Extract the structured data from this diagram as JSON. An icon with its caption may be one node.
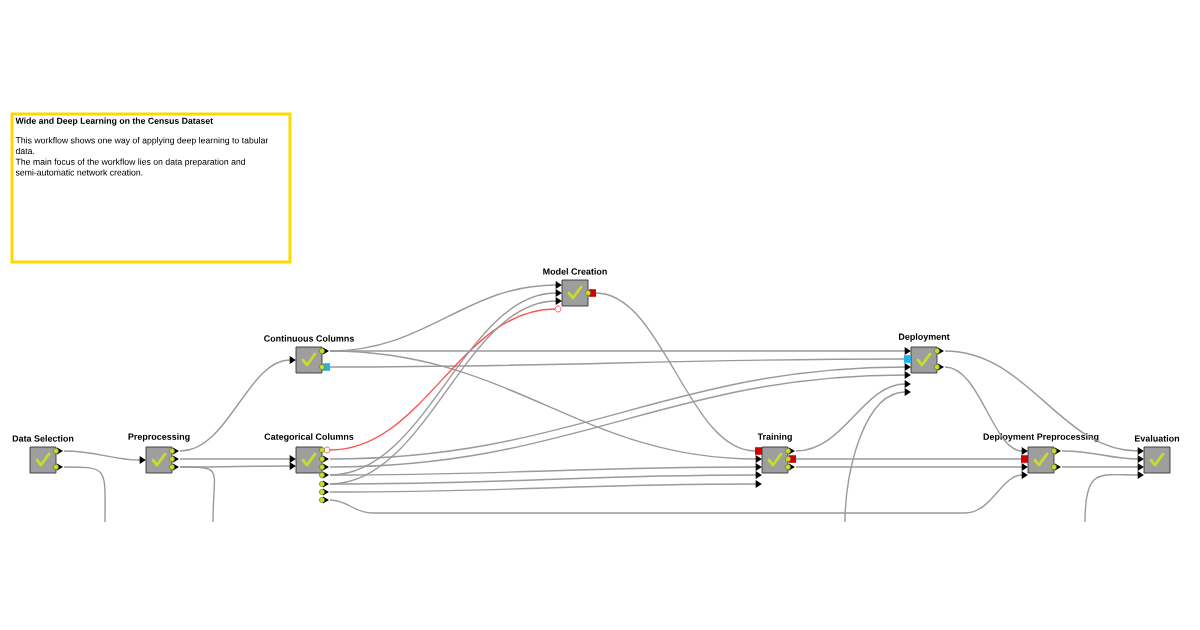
{
  "diagram": {
    "nodes": [
      {
        "text": [
          "Wide and Deep Learning on the Census Dataset",
          "This workflow shows one way of applying deep learning to tabular data.",
          "The main focus of the workflow lies on data preparation and semi-automatic network creation."
        ]
      },
      {
        "text": [
          "Data Selection"
        ]
      },
      {
        "text": [
          "Preprocessing"
        ]
      },
      {
        "text": [
          "Continuous Columns"
        ]
      },
      {
        "text": [
          "Categorical Columns"
        ]
      },
      {
        "text": [
          "Model Creation"
        ]
      },
      {
        "text": [
          "Deployment"
        ]
      },
      {
        "text": [
          "Training"
        ]
      },
      {
        "text": [
          "Deployment Preprocessing"
        ]
      },
      {
        "text": [
          "Evaluation"
        ]
      }
    ],
    "edges": [
      {
        "from": 1,
        "to": 2,
        "arrow": "to"
      },
      {
        "from": 1,
        "to": null,
        "arrow": "none"
      },
      {
        "from": 2,
        "to": 3,
        "arrow": "to"
      },
      {
        "from": 2,
        "to": 4,
        "arrow": "to"
      },
      {
        "from": 2,
        "to": 4,
        "arrow": "to"
      },
      {
        "from": 2,
        "to": null,
        "arrow": "none"
      },
      {
        "from": 3,
        "to": 5,
        "arrow": "to"
      },
      {
        "from": 3,
        "to": 6,
        "arrow": "to"
      },
      {
        "from": 3,
        "to": 7,
        "arrow": "to"
      },
      {
        "from": 3,
        "to": 6,
        "arrow": "none"
      },
      {
        "from": 4,
        "to": 5,
        "arrow": "none",
        "color": "#ff5050"
      },
      {
        "from": 4,
        "to": 6,
        "arrow": "to"
      },
      {
        "from": 4,
        "to": 6,
        "arrow": "to"
      },
      {
        "from": 4,
        "to": 5,
        "arrow": "to"
      },
      {
        "from": 4,
        "to": 7,
        "arrow": "to"
      },
      {
        "from": 4,
        "to": 5,
        "arrow": "to"
      },
      {
        "from": 4,
        "to": 7,
        "arrow": "to"
      },
      {
        "from": 4,
        "to": 7,
        "arrow": "to"
      },
      {
        "from": 4,
        "to": 8,
        "arrow": "to"
      },
      {
        "from": 5,
        "to": 7,
        "arrow": "none"
      },
      {
        "from": 7,
        "to": 6,
        "arrow": "to"
      },
      {
        "from": null,
        "to": 6,
        "arrow": "to"
      },
      {
        "from": 7,
        "to": 8,
        "arrow": "none"
      },
      {
        "from": 7,
        "to": 8,
        "arrow": "to"
      },
      {
        "from": 6,
        "to": 9,
        "arrow": "to"
      },
      {
        "from": 6,
        "to": 8,
        "arrow": "to"
      },
      {
        "from": 8,
        "to": 9,
        "arrow": "to"
      },
      {
        "from": 8,
        "to": 9,
        "arrow": "to"
      },
      {
        "from": null,
        "to": 9,
        "arrow": "to"
      }
    ]
  }
}
